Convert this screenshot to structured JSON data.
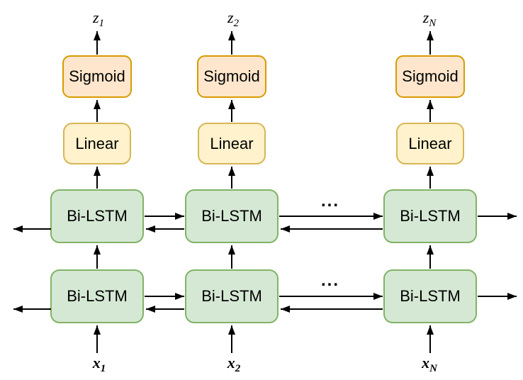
{
  "colors": {
    "background": "#FFFFFF",
    "bilstm_fill": "#D5E8D4",
    "bilstm_stroke": "#82B366",
    "linear_fill": "#FFF2CC",
    "linear_stroke": "#D6B656",
    "sigmoid_fill": "#FFE6CC",
    "sigmoid_stroke": "#D79B00",
    "arrow": "#000000",
    "text": "#000000"
  },
  "nodes": {
    "bilstm": "Bi-LSTM",
    "linear": "Linear",
    "sigmoid": "Sigmoid"
  },
  "outputs": [
    {
      "base": "z",
      "sub": "1"
    },
    {
      "base": "z",
      "sub": "2"
    },
    {
      "base": "z",
      "sub": "N"
    }
  ],
  "inputs": [
    {
      "base": "x",
      "sub": "1"
    },
    {
      "base": "x",
      "sub": "2"
    },
    {
      "base": "x",
      "sub": "N"
    }
  ],
  "ellipsis": "..."
}
